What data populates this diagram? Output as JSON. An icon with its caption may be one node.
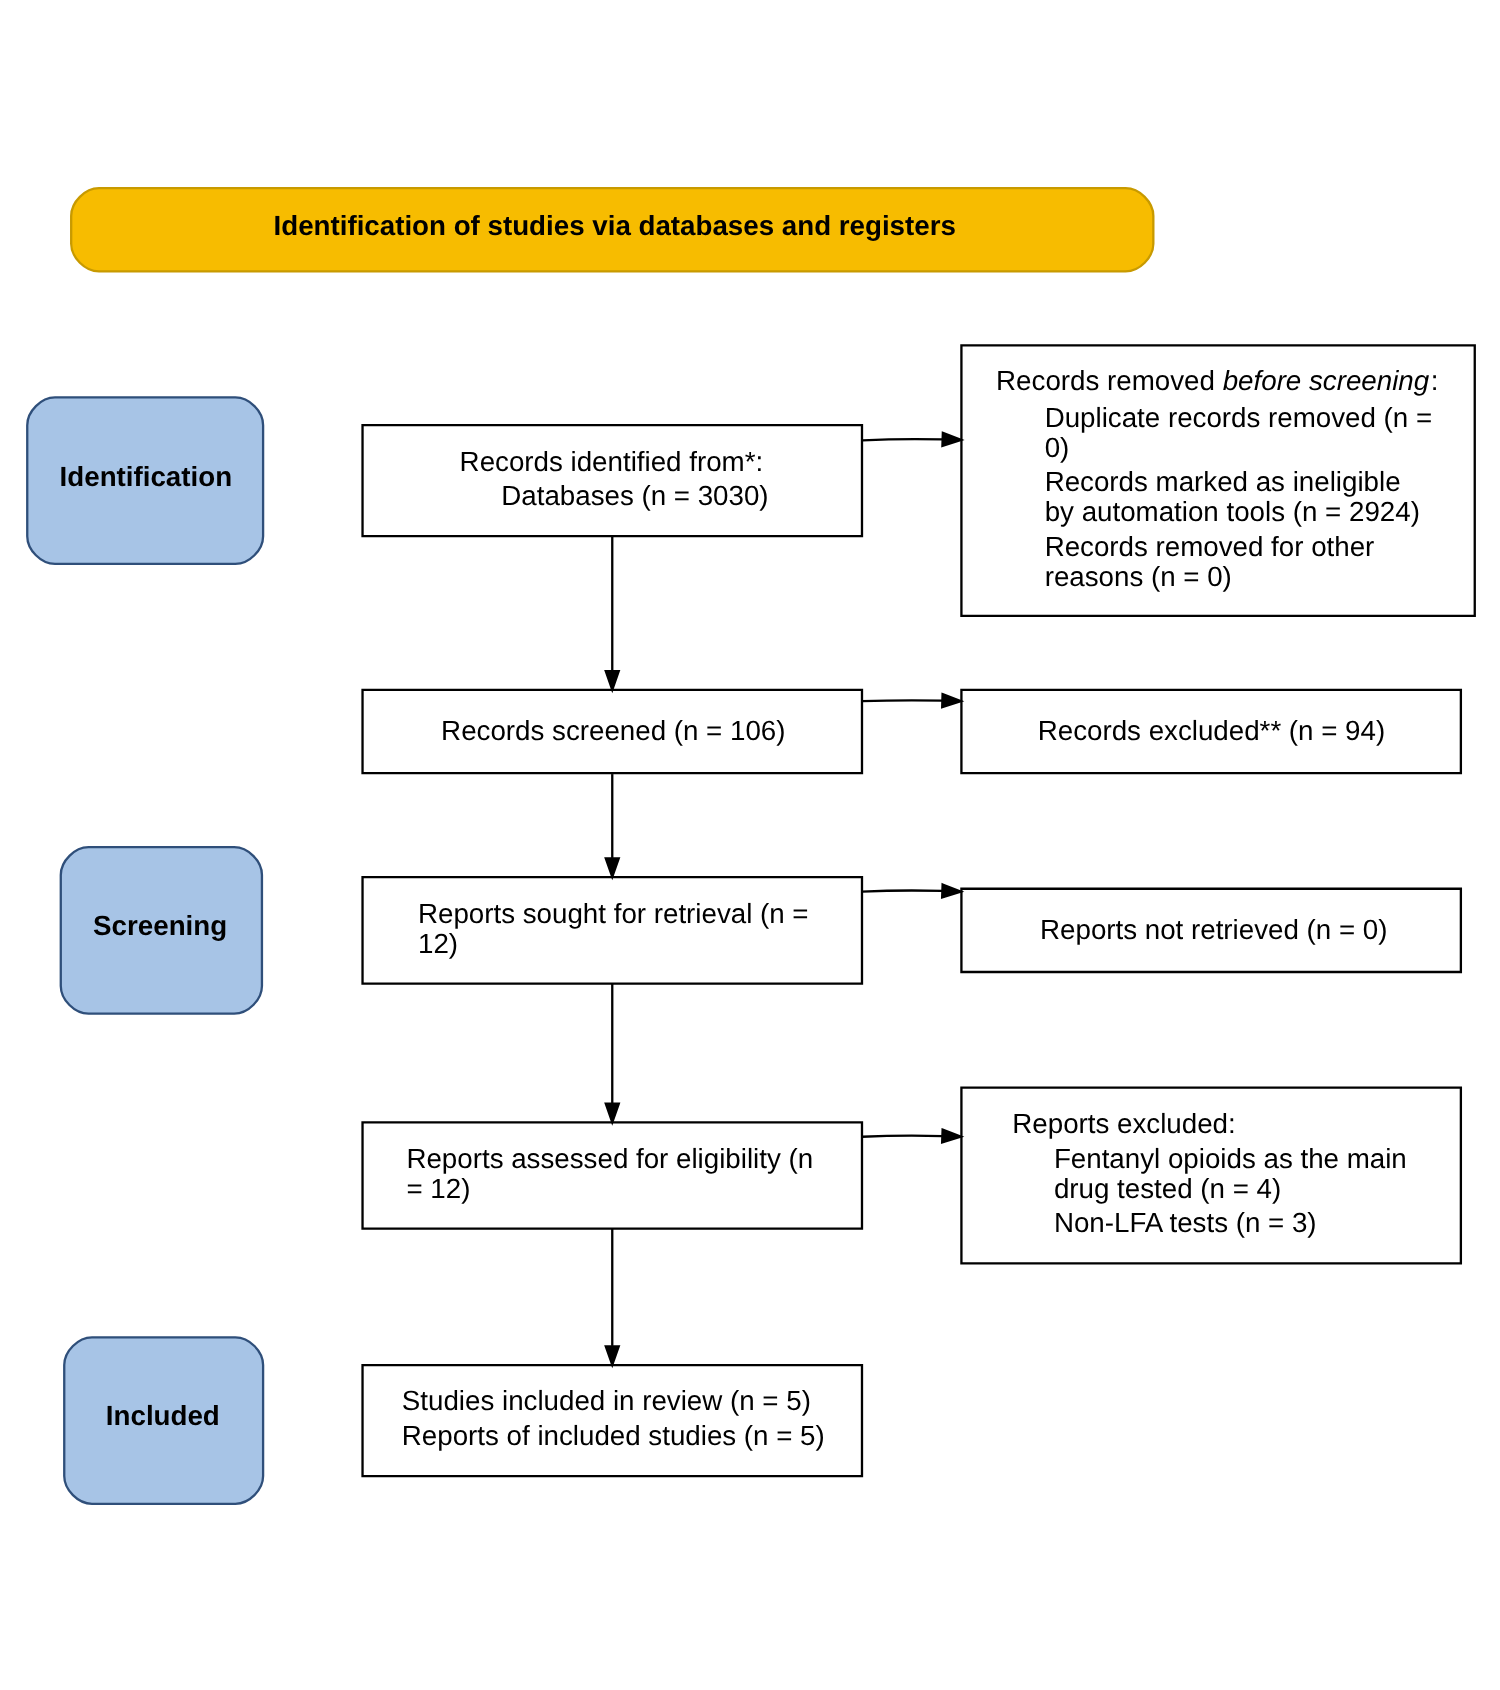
{
  "diagram": {
    "nodes": [
      {
        "text": [
          "Identification of studies via databases and registers"
        ]
      },
      {
        "text": [
          "Identification"
        ]
      },
      {
        "text": [
          "Records identified from*:",
          "Databases (n = 3030)"
        ]
      },
      {
        "text": [
          "Records removed *before screening*:",
          "Duplicate records removed (n = 0)",
          "Records marked as ineligible by automation tools (n = 2924)",
          "Records removed for other reasons (n = 0)"
        ]
      },
      {
        "text": [
          "Screening"
        ]
      },
      {
        "text": [
          "Records screened (n = 106)"
        ]
      },
      {
        "text": [
          "Records excluded** (n = 94)"
        ]
      },
      {
        "text": [
          "Reports sought for retrieval (n = 12)"
        ]
      },
      {
        "text": [
          "Reports not retrieved (n = 0)"
        ]
      },
      {
        "text": [
          "Reports assessed for eligibility (n = 12)"
        ]
      },
      {
        "text": [
          "Reports excluded:",
          "Fentanyl opioids as the main drug tested (n = 4)",
          "Non-LFA tests (n = 3)"
        ]
      },
      {
        "text": [
          "Included"
        ]
      },
      {
        "text": [
          "Studies included in review (n = 5)",
          "Reports of included studies (n = 5)"
        ]
      }
    ],
    "edges": [
      {
        "from": 2,
        "to": 3,
        "arrow": "to"
      },
      {
        "from": 2,
        "to": 5,
        "arrow": "to"
      },
      {
        "from": 5,
        "to": 6,
        "arrow": "to"
      },
      {
        "from": 5,
        "to": 7,
        "arrow": "to"
      },
      {
        "from": 7,
        "to": 8,
        "arrow": "to"
      },
      {
        "from": 7,
        "to": 9,
        "arrow": "to"
      },
      {
        "from": 9,
        "to": 10,
        "arrow": "to"
      },
      {
        "from": 9,
        "to": 12,
        "arrow": "to"
      }
    ]
  }
}
